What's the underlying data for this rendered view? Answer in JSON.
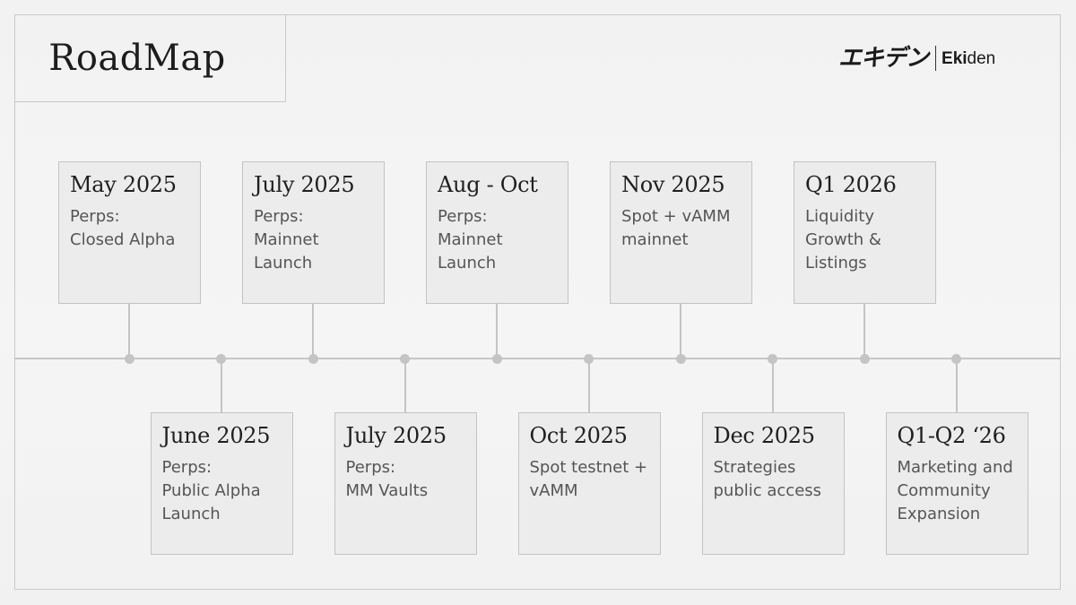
{
  "title": "RoadMap",
  "logo": {
    "jp": "エキデン",
    "en_bold": "Eki",
    "en_light": "den"
  },
  "milestones": [
    {
      "date": "May 2025",
      "desc": "Perps:\nClosed Alpha",
      "side": "top"
    },
    {
      "date": "June 2025",
      "desc": "Perps:\nPublic  Alpha\nLaunch",
      "side": "bottom"
    },
    {
      "date": "July 2025",
      "desc": "Perps:\nMainnet\nLaunch",
      "side": "top"
    },
    {
      "date": "July 2025",
      "desc": "Perps:\nMM Vaults",
      "side": "bottom"
    },
    {
      "date": "Aug - Oct",
      "desc": "Perps:\nMainnet\nLaunch",
      "side": "top"
    },
    {
      "date": "Oct 2025",
      "desc": "Spot testnet +\nvAMM",
      "side": "bottom"
    },
    {
      "date": "Nov 2025",
      "desc": "Spot + vAMM\nmainnet",
      "side": "top"
    },
    {
      "date": "Dec 2025",
      "desc": "Strategies\npublic access",
      "side": "bottom"
    },
    {
      "date": "Q1 2026",
      "desc": "Liquidity\nGrowth &\nListings",
      "side": "top"
    },
    {
      "date": "Q1-Q2 ‘26",
      "desc": "Marketing and\nCommunity\nExpansion",
      "side": "bottom"
    }
  ]
}
